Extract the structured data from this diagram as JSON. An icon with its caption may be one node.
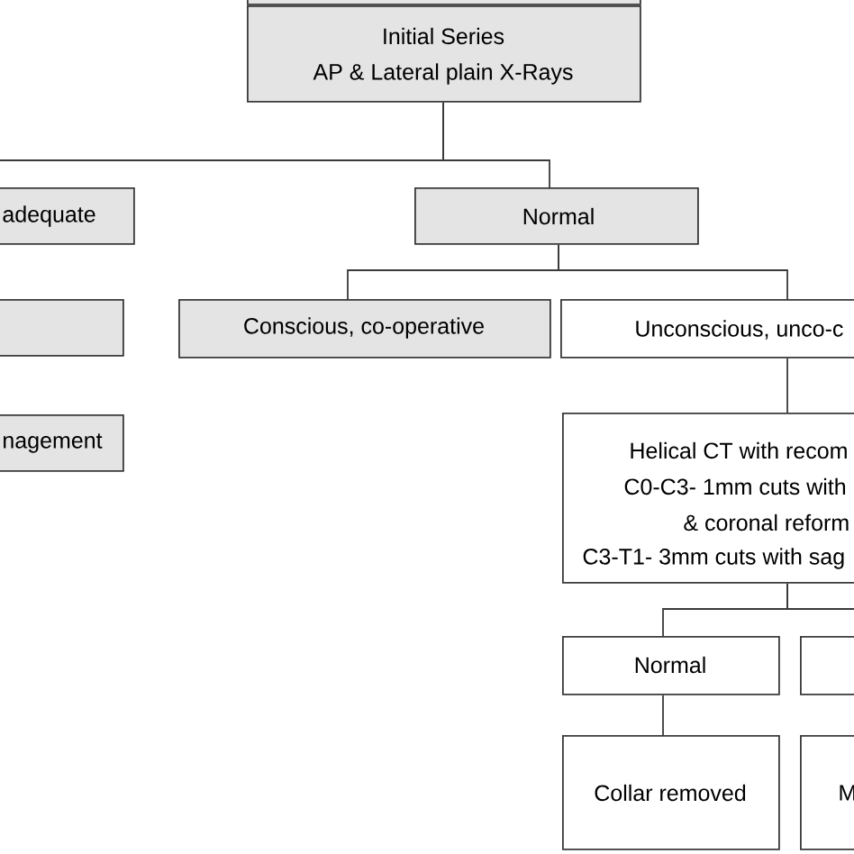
{
  "diagram": {
    "nodes": [
      {
        "text": [],
        "shape": "box"
      },
      {
        "text": [
          "Initial Series",
          "AP & Lateral plain X-Rays"
        ]
      },
      {
        "text": [
          "adequate"
        ]
      },
      {
        "text": [],
        "shape": "box"
      },
      {
        "text": [
          "nagement"
        ]
      },
      {
        "text": [
          "Normal"
        ]
      },
      {
        "text": [
          "Conscious, co-operative"
        ]
      },
      {
        "text": [
          "Unconscious, unco-c"
        ]
      },
      {
        "text": [
          "Helical CT with recom",
          "C0-C3- 1mm cuts with",
          "& coronal reform",
          "C3-T1- 3mm cuts with sag"
        ]
      },
      {
        "text": [
          "Normal"
        ]
      },
      {
        "text": [],
        "shape": "box"
      },
      {
        "text": [
          "Collar removed"
        ]
      },
      {
        "text": [
          "M"
        ]
      }
    ],
    "edges": [
      {
        "from": 1,
        "to": null,
        "arrow": "none"
      },
      {
        "from": 1,
        "to": 5,
        "arrow": "none"
      },
      {
        "from": 5,
        "to": 6,
        "arrow": "none"
      },
      {
        "from": 5,
        "to": 7,
        "arrow": "none"
      },
      {
        "from": 7,
        "to": 8,
        "arrow": "none"
      },
      {
        "from": 8,
        "to": 9,
        "arrow": "none"
      },
      {
        "from": 8,
        "to": 10,
        "arrow": "none"
      },
      {
        "from": 9,
        "to": 11,
        "arrow": "none"
      }
    ]
  }
}
